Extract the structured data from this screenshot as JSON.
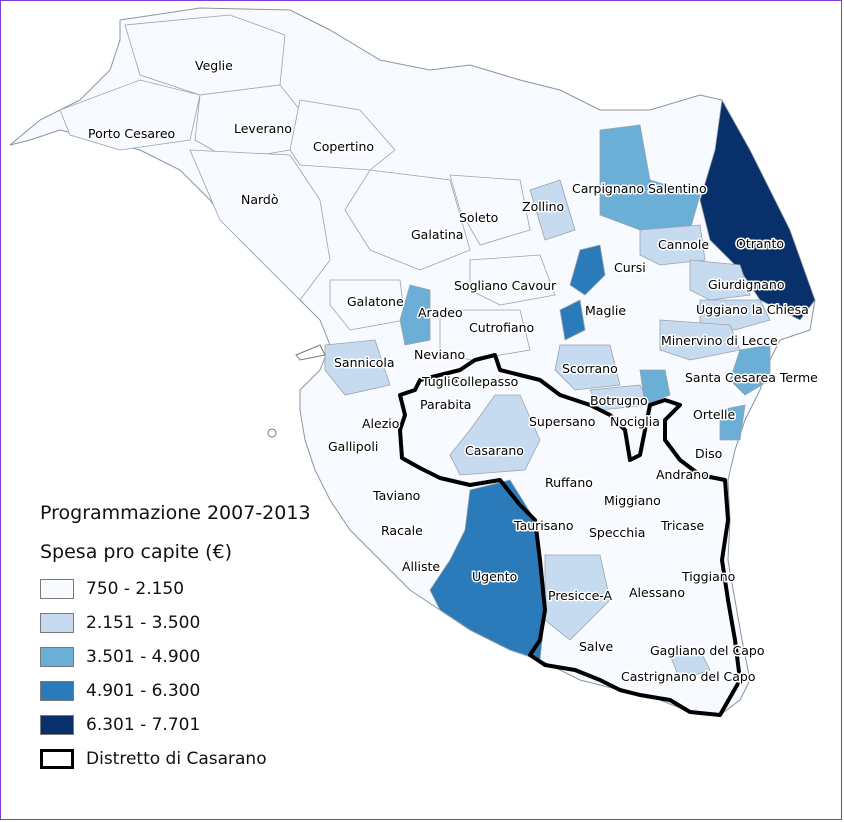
{
  "legend": {
    "title": "Programmazione 2007-2013",
    "subtitle": "Spesa pro capite (€)",
    "classes": [
      {
        "label": "750 - 2.150",
        "color": "#f7fbff"
      },
      {
        "label": "2.151 - 3.500",
        "color": "#c6dbef"
      },
      {
        "label": "3.501 - 4.900",
        "color": "#6baed6"
      },
      {
        "label": "4.901 - 6.300",
        "color": "#2b7bba"
      },
      {
        "label": "6.301 - 7.701",
        "color": "#08306b"
      }
    ],
    "district_label": "Distretto di Casarano"
  },
  "municipalities": [
    {
      "name": "Veglie",
      "class": 1
    },
    {
      "name": "Porto Cesareo",
      "class": 1
    },
    {
      "name": "Leverano",
      "class": 1
    },
    {
      "name": "Copertino",
      "class": 1
    },
    {
      "name": "Nardò",
      "class": 1
    },
    {
      "name": "Carpignano Salentino",
      "class": 2
    },
    {
      "name": "Zollino",
      "class": 2
    },
    {
      "name": "Soleto",
      "class": 1
    },
    {
      "name": "Galatina",
      "class": 1
    },
    {
      "name": "Cannole",
      "class": 2
    },
    {
      "name": "Otranto",
      "class": 5
    },
    {
      "name": "Cursi",
      "class": 4
    },
    {
      "name": "Giurdignano",
      "class": 2
    },
    {
      "name": "Sogliano Cavour",
      "class": 1
    },
    {
      "name": "Maglie",
      "class": 4
    },
    {
      "name": "Uggiano la Chiesa",
      "class": 2
    },
    {
      "name": "Galatone",
      "class": 1
    },
    {
      "name": "Aradeo",
      "class": 3
    },
    {
      "name": "Cutrofiano",
      "class": 1
    },
    {
      "name": "Minervino di Lecce",
      "class": 2
    },
    {
      "name": "Sannicola",
      "class": 2
    },
    {
      "name": "Neviano",
      "class": 1
    },
    {
      "name": "Scorrano",
      "class": 2
    },
    {
      "name": "Tuglie",
      "class": 1
    },
    {
      "name": "Collepasso",
      "class": 1
    },
    {
      "name": "Botrugno",
      "class": 2
    },
    {
      "name": "Santa Cesarea Terme",
      "class": 3
    },
    {
      "name": "Parabita",
      "class": 1
    },
    {
      "name": "Alezio",
      "class": 1
    },
    {
      "name": "Supersano",
      "class": 1
    },
    {
      "name": "Nociglia",
      "class": 3
    },
    {
      "name": "Ortelle",
      "class": 3
    },
    {
      "name": "Gallipoli",
      "class": 1
    },
    {
      "name": "Casarano",
      "class": 2
    },
    {
      "name": "Diso",
      "class": 1
    },
    {
      "name": "Andrano",
      "class": 1
    },
    {
      "name": "Ruffano",
      "class": 1
    },
    {
      "name": "Miggiano",
      "class": 1
    },
    {
      "name": "Taviano",
      "class": 1
    },
    {
      "name": "Taurisano",
      "class": 1
    },
    {
      "name": "Tricase",
      "class": 1
    },
    {
      "name": "Racale",
      "class": 1
    },
    {
      "name": "Specchia",
      "class": 1
    },
    {
      "name": "Alliste",
      "class": 1
    },
    {
      "name": "Ugento",
      "class": 4
    },
    {
      "name": "Tiggiano",
      "class": 1
    },
    {
      "name": "Alessano",
      "class": 1
    },
    {
      "name": "Presicce-A",
      "class": 2
    },
    {
      "name": "Salve",
      "class": 1
    },
    {
      "name": "Gagliano del Capo",
      "class": 1
    },
    {
      "name": "Castrignano del Capo",
      "class": 1
    }
  ]
}
